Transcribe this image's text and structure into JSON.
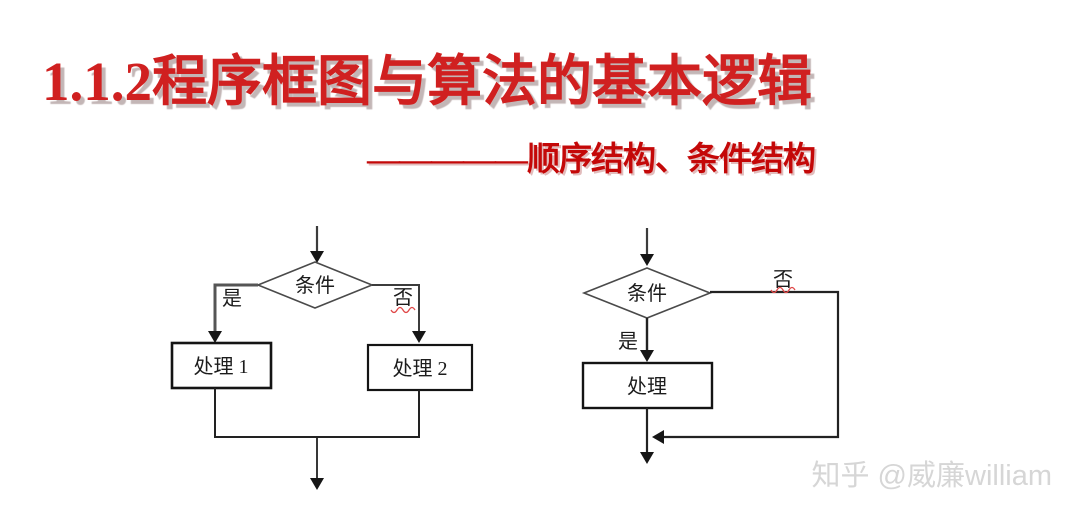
{
  "slide": {
    "title": "1.1.2程序框图与算法的基本逻辑",
    "subtitle": "—————顺序结构、条件结构",
    "watermark": "知乎 @威廉william"
  },
  "colors": {
    "title_red": "#d02020",
    "subtitle_red": "#c40808",
    "title_shadow_gray": "#c3b6b6",
    "flow_line": "#3c3c3c",
    "arrowhead_black": "#161616",
    "box_border": "#141414",
    "box_fill": "#ffffff",
    "spellcheck_squiggle_red": "#e04848",
    "watermark_gray": "#d6d6d6",
    "background": "#ffffff"
  },
  "flowcharts": {
    "left": {
      "kind": "conditional structure with two branches",
      "condition": "条件",
      "yes": "是",
      "no": "否",
      "process1": "处理 1",
      "process2": "处理 2"
    },
    "right": {
      "kind": "conditional structure with bypass loop",
      "condition": "条件",
      "yes": "是",
      "no": "否",
      "process": "处理"
    }
  }
}
